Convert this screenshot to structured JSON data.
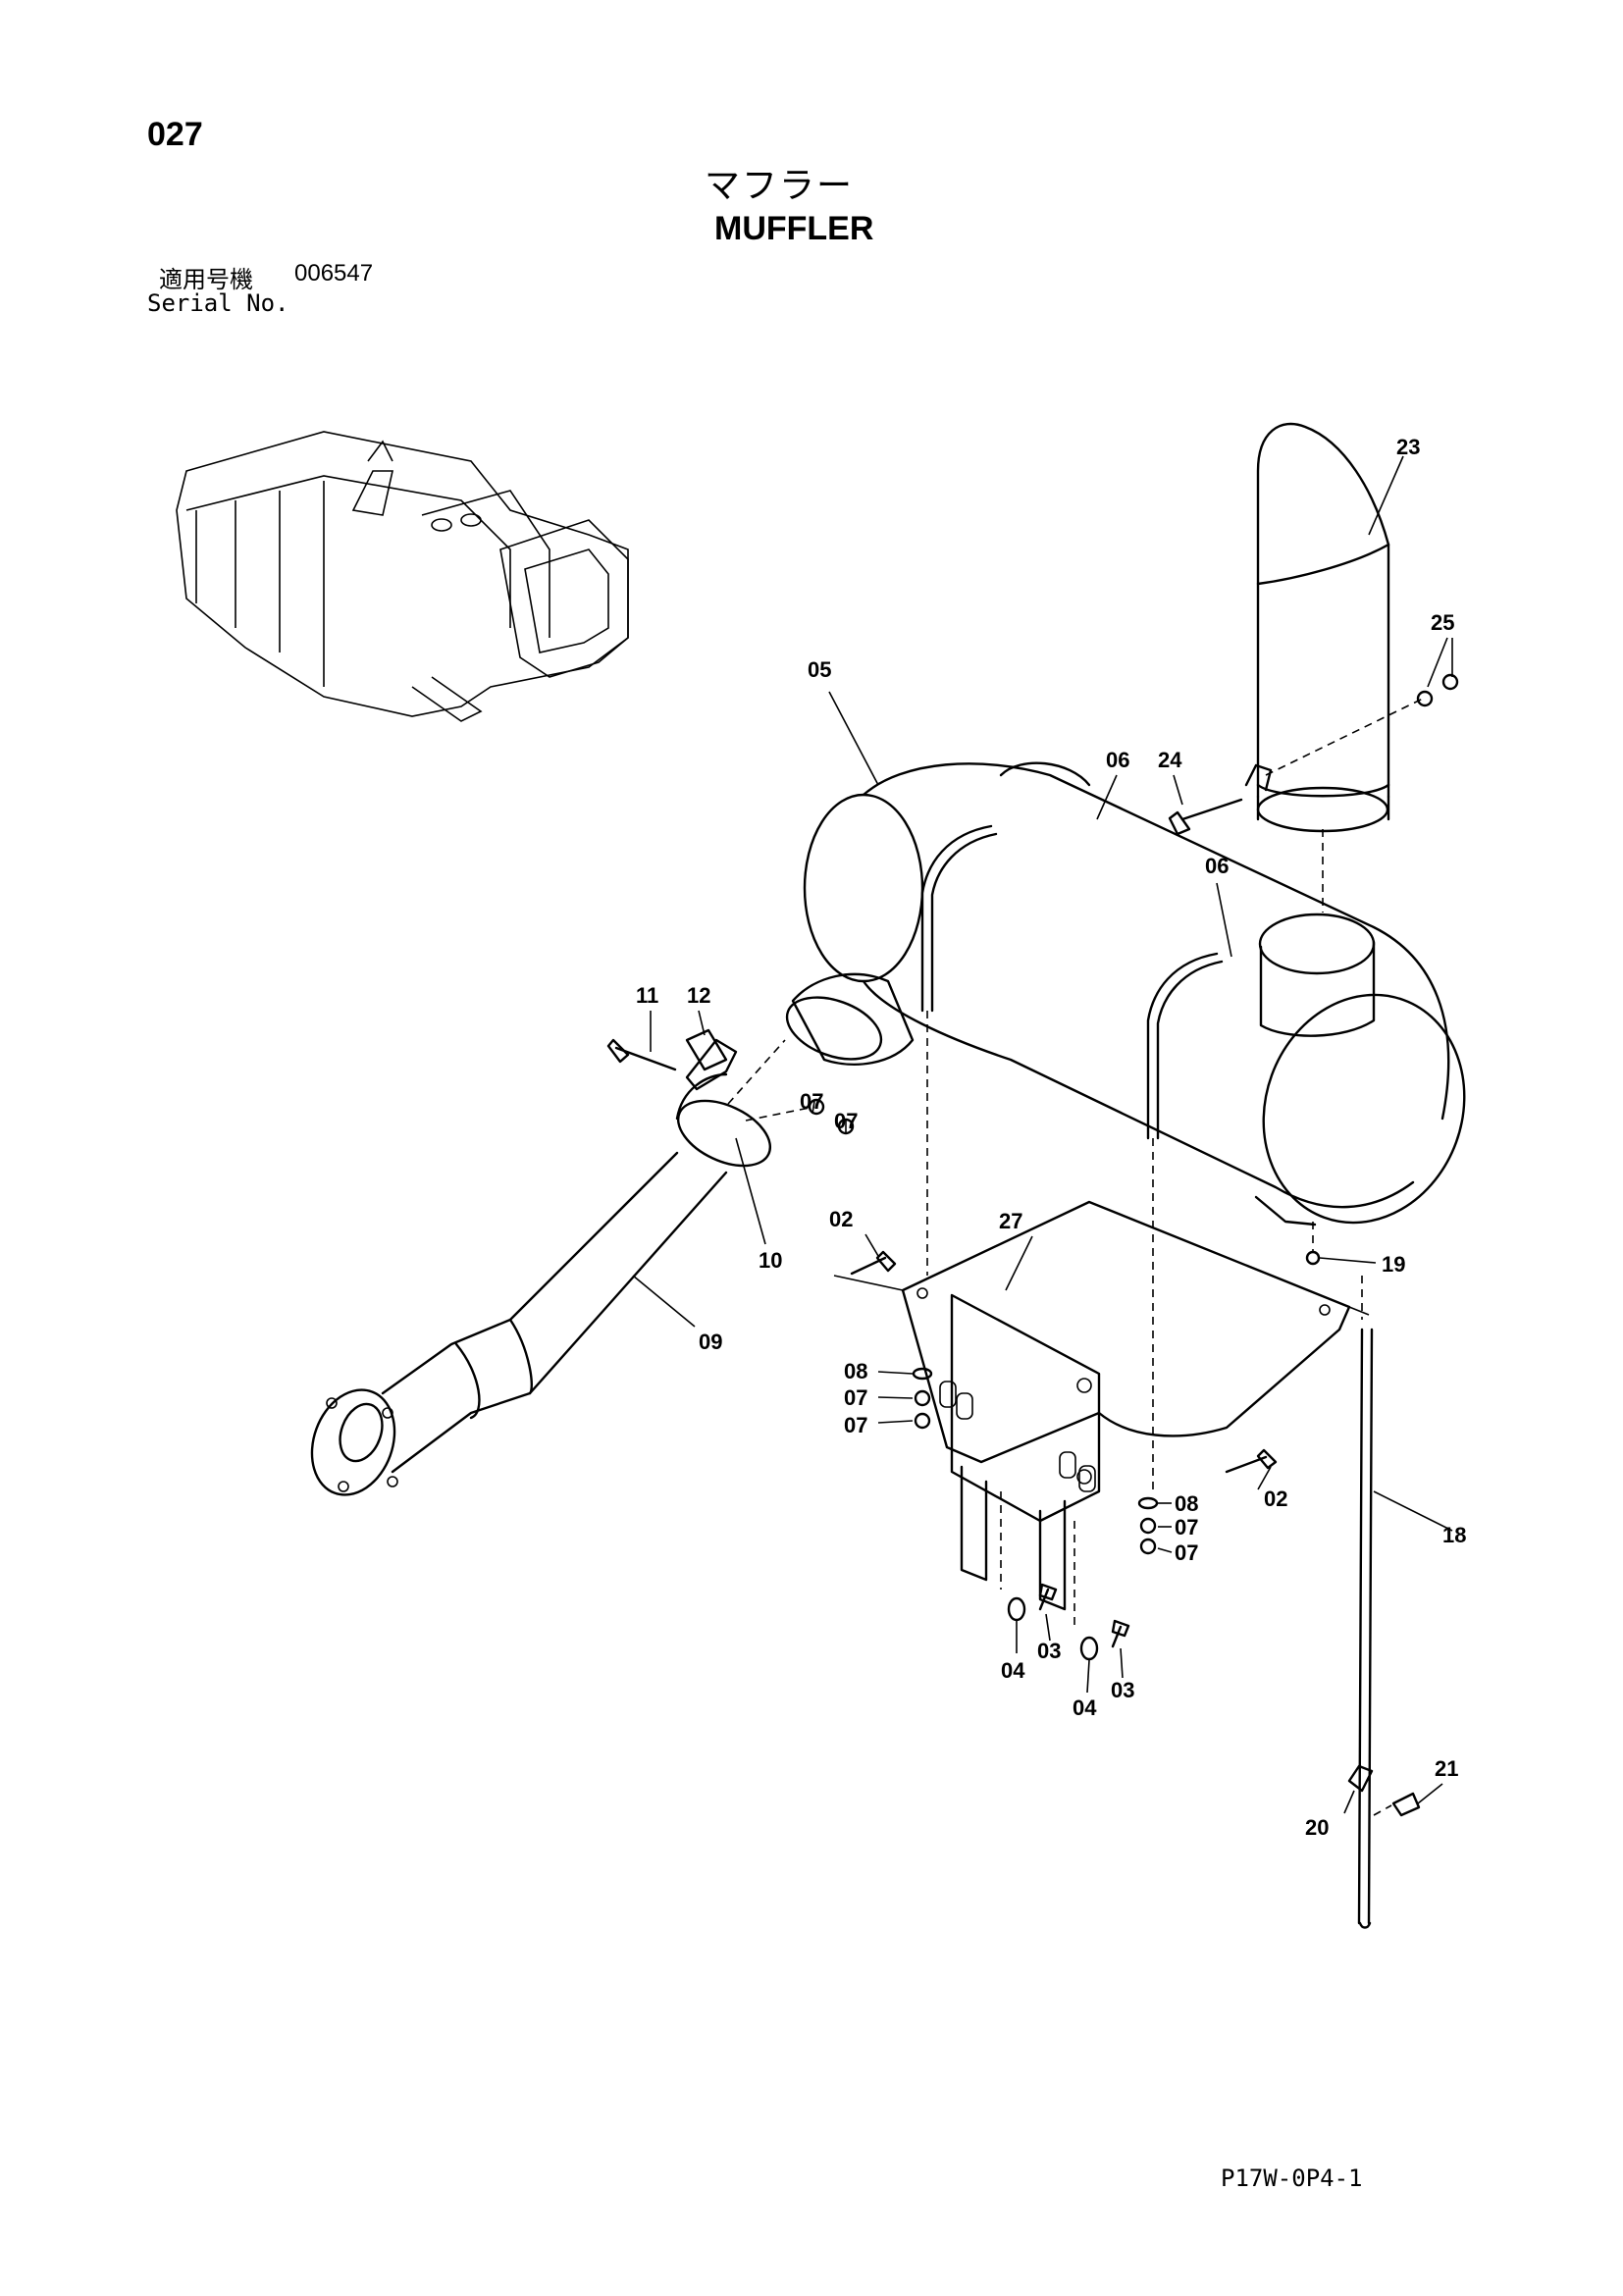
{
  "header": {
    "page_number": "027",
    "title_jp": "マフラー",
    "title_en": "MUFFLER",
    "serial_label_jp": "適用号機",
    "serial_value": "006547",
    "serial_label_en": "Serial No."
  },
  "footer": {
    "figure_code": "P17W-0P4-1"
  },
  "callouts": {
    "c23": "23",
    "c25": "25",
    "c05": "05",
    "c06a": "06",
    "c24": "24",
    "c06b": "06",
    "c11": "11",
    "c12": "12",
    "c07a": "07",
    "c07b": "07",
    "c10": "10",
    "c02a": "02",
    "c27": "27",
    "c19": "19",
    "c09": "09",
    "c08a": "08",
    "c07c": "07",
    "c07d": "07",
    "c08b": "08",
    "c02b": "02",
    "c07e": "07",
    "c07f": "07",
    "c18": "18",
    "c04a": "04",
    "c03a": "03",
    "c04b": "04",
    "c03b": "03",
    "c21": "21",
    "c20": "20"
  }
}
